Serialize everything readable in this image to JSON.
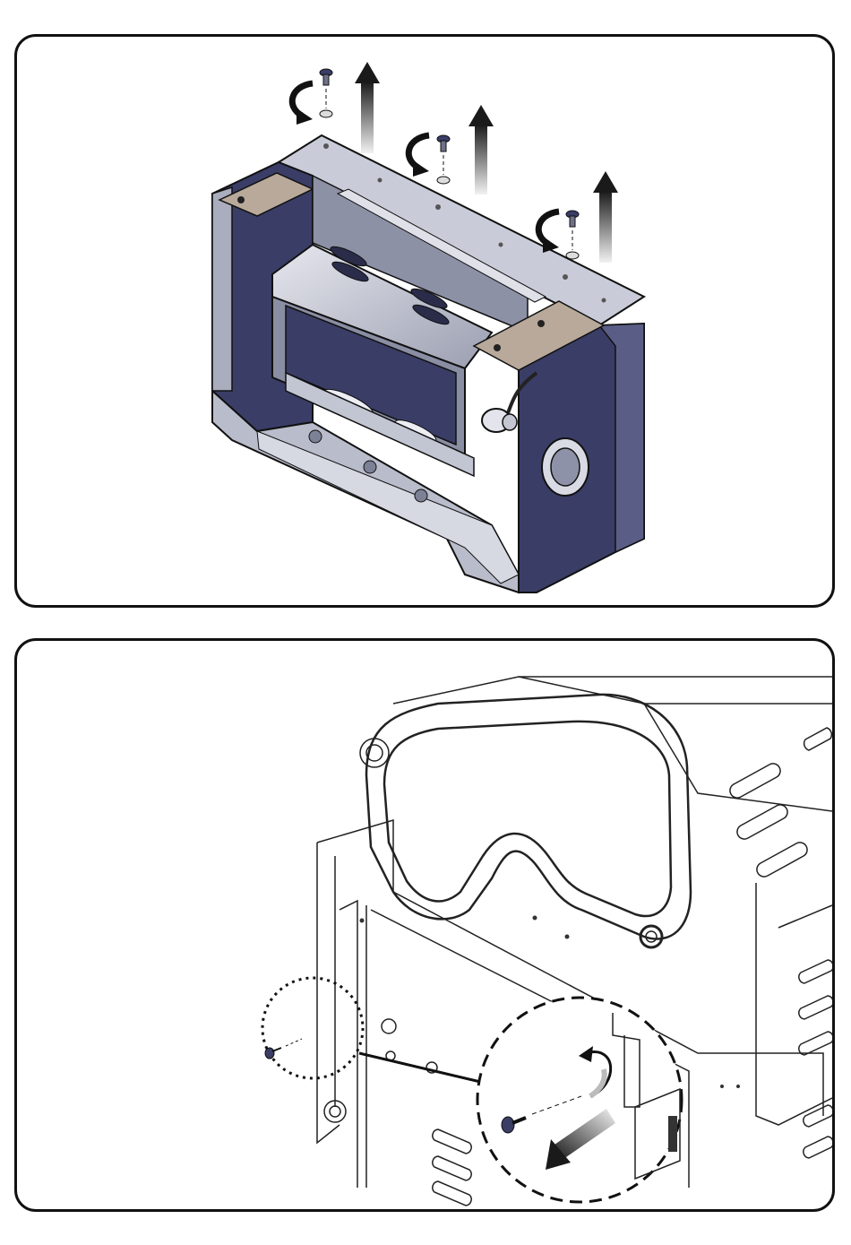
{
  "figure": {
    "panels": [
      {
        "id": "top",
        "subject": "burner-box-assembly",
        "screw_count": 3
      },
      {
        "id": "bottom",
        "subject": "grill-side-panel-with-handle",
        "screw_count": 1
      }
    ],
    "colors": {
      "outline": "#111111",
      "panel_navy": "#3a3d66",
      "steel_light": "#d9dbe4",
      "steel_mid": "#a9adbd",
      "steel_dark": "#6e7188",
      "tan_bracket": "#b8a99a",
      "arrow_gradient_top": "#1a1a1a",
      "arrow_gradient_bottom": "#f2f2f2"
    },
    "icons": [
      "rotate-counterclockwise-icon",
      "lift-up-arrow-icon",
      "screw-icon",
      "washer-icon",
      "pull-out-arrow-icon"
    ]
  }
}
